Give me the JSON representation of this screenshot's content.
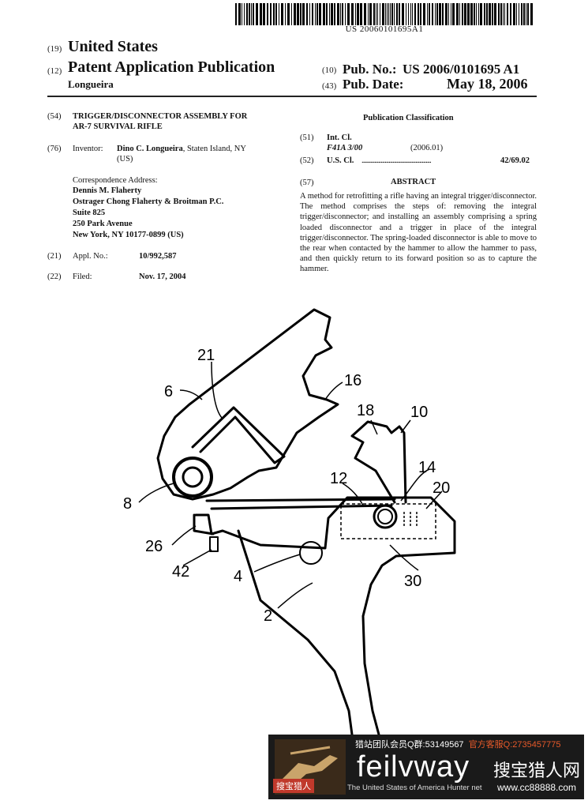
{
  "header": {
    "barcode_number": "US 20060101695A1",
    "country_code": "(19)",
    "country": "United States",
    "type_code": "(12)",
    "doc_type": "Patent Application Publication",
    "inventor_short": "Longueira",
    "pubno_code": "(10)",
    "pubno_label": "Pub. No.:",
    "pubno_value": "US 2006/0101695 A1",
    "pubdate_code": "(43)",
    "pubdate_label": "Pub. Date:",
    "pubdate_value": "May 18, 2006"
  },
  "biblio": {
    "title_code": "(54)",
    "title_line1": "TRIGGER/DISCONNECTOR ASSEMBLY FOR",
    "title_line2": "AR-7 SURVIVAL RIFLE",
    "inventor_code": "(76)",
    "inventor_label": "Inventor:",
    "inventor_name": "Dino C. Longueira",
    "inventor_loc1": ", Staten Island, NY",
    "inventor_loc2": "(US)",
    "corr_label": "Correspondence Address:",
    "corr_name": "Dennis M. Flaherty",
    "corr_firm": "Ostrager Chong Flaherty & Broitman P.C.",
    "corr_suite": "Suite 825",
    "corr_street": "250 Park Avenue",
    "corr_city": "New York, NY 10177-0899 (US)",
    "appl_code": "(21)",
    "appl_label": "Appl. No.:",
    "appl_value": "10/992,587",
    "filed_code": "(22)",
    "filed_label": "Filed:",
    "filed_value": "Nov. 17, 2004"
  },
  "classification": {
    "heading": "Publication Classification",
    "intcl_code": "(51)",
    "intcl_label": "Int. Cl.",
    "intcl_class": "F41A   3/00",
    "intcl_year": "(2006.01)",
    "uscl_code": "(52)",
    "uscl_label": "U.S. Cl.",
    "uscl_dots": "......................................................",
    "uscl_value": "42/69.02"
  },
  "abstract": {
    "code": "(57)",
    "heading": "ABSTRACT",
    "text": "A method for retrofitting a rifle having an integral trigger/disconnector. The method comprises the steps of: removing the integral trigger/disconnector; and installing an assembly comprising a spring loaded disconnector and a trigger in place of the integral trigger/disconnector. The spring-loaded disconnector is able to move to the rear when contacted by the hammer to allow the hammer to pass, and then quickly return to its forward position so as to capture the hammer."
  },
  "figure_labels": {
    "l21": "21",
    "l6": "6",
    "l16": "16",
    "l18": "18",
    "l10": "10",
    "l14": "14",
    "l12": "12",
    "l20": "20",
    "l8": "8",
    "l26": "26",
    "l42": "42",
    "l4": "4",
    "l30": "30",
    "l2": "2"
  },
  "watermark": {
    "top_left": "猎站团队会员Q群:53149567",
    "top_right": "官方客服Q:2735457775",
    "brand": "feilvway",
    "brand_cn": "搜宝猎人网",
    "tagline": "The United States of America Hunter net",
    "url": "www.cc88888.com",
    "badge": "搜宝猎人"
  }
}
